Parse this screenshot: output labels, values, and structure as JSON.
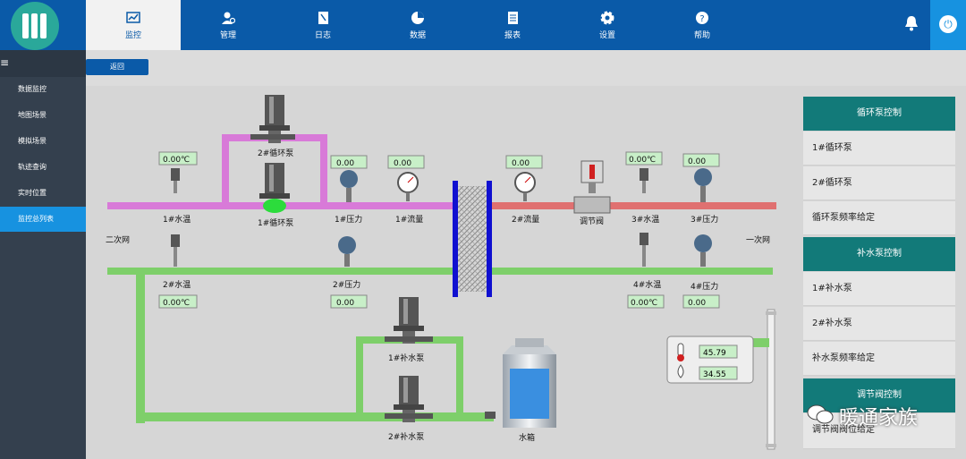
{
  "nav": {
    "tabs": [
      {
        "label": "监控",
        "icon": "chart-icon"
      },
      {
        "label": "管理",
        "icon": "user-gear-icon"
      },
      {
        "label": "日志",
        "icon": "notebook-icon"
      },
      {
        "label": "数据",
        "icon": "pie-icon"
      },
      {
        "label": "报表",
        "icon": "document-icon"
      },
      {
        "label": "设置",
        "icon": "gear-icon"
      },
      {
        "label": "帮助",
        "icon": "help-icon"
      }
    ]
  },
  "sidebar": {
    "menu_glyph": "≡",
    "items": [
      "数据监控",
      "地图场景",
      "模拟场景",
      "轨迹查询",
      "实时位置",
      "监控总列表"
    ]
  },
  "back_label": "返回",
  "diagram": {
    "secondary_net": "二次网",
    "primary_net": "一次网",
    "sensors": {
      "t1": {
        "label": "1#水温",
        "value": "0.00℃"
      },
      "p1": {
        "label": "1#压力",
        "value": "0.00"
      },
      "f1": {
        "label": "1#流量",
        "value": "0.00"
      },
      "f2": {
        "label": "2#流量",
        "value": "0.00"
      },
      "valve": {
        "label": "调节阀"
      },
      "t3": {
        "label": "3#水温",
        "value": "0.00℃"
      },
      "p3": {
        "label": "3#压力",
        "value": "0.00"
      },
      "t2": {
        "label": "2#水温",
        "value": "0.00℃"
      },
      "p2": {
        "label": "2#压力",
        "value": "0.00"
      },
      "t4": {
        "label": "4#水温",
        "value": "0.00℃"
      },
      "p4": {
        "label": "4#压力",
        "value": "0.00"
      }
    },
    "pumps": {
      "circ1": "1#循环泵",
      "circ2": "2#循环泵",
      "make1": "1#补水泵",
      "make2": "2#补水泵"
    },
    "tank": "水箱",
    "gauge_temp": "45.79",
    "gauge_level": "34.55"
  },
  "control": {
    "circ_head": "循环泵控制",
    "circ_items": [
      "1#循环泵",
      "2#循环泵",
      "循环泵频率给定"
    ],
    "make_head": "补水泵控制",
    "make_items": [
      "1#补水泵",
      "2#补水泵",
      "补水泵频率给定"
    ],
    "valve_head": "调节阀控制",
    "valve_items": [
      "调节阀阀位给定"
    ]
  },
  "watermark": "暖通家族",
  "colors": {
    "top": "#0a5aa8",
    "accent": "#1792e0",
    "teal": "#127a79",
    "pink_pipe": "#d87ad8",
    "red_pipe": "#e07070",
    "green_pipe": "#7ecf6a"
  }
}
